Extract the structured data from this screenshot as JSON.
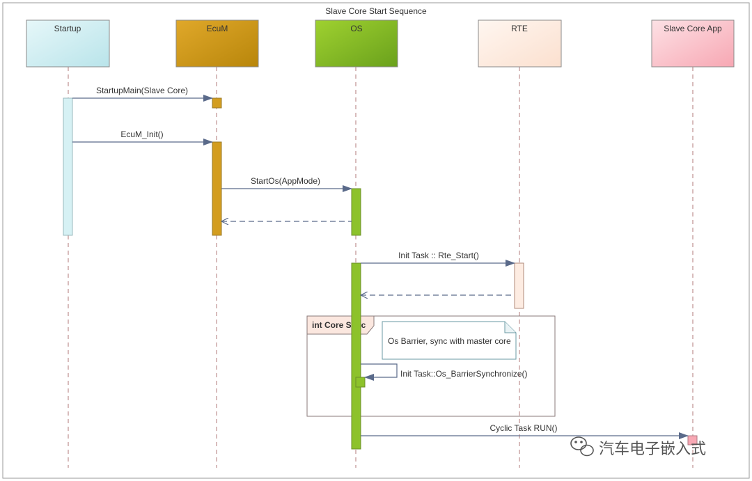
{
  "diagram": {
    "title": "Slave Core Start Sequence",
    "lifelines": [
      {
        "id": "startup",
        "label": "Startup"
      },
      {
        "id": "ecum",
        "label": "EcuM"
      },
      {
        "id": "os",
        "label": "OS"
      },
      {
        "id": "rte",
        "label": "RTE"
      },
      {
        "id": "app",
        "label": "Slave Core App"
      }
    ],
    "messages": [
      {
        "from": "startup",
        "to": "ecum",
        "label": "StartupMain(Slave Core)",
        "kind": "sync"
      },
      {
        "from": "startup",
        "to": "ecum",
        "label": "EcuM_Init()",
        "kind": "sync"
      },
      {
        "from": "ecum",
        "to": "os",
        "label": "StartOs(AppMode)",
        "kind": "sync"
      },
      {
        "from": "os",
        "to": "ecum",
        "label": "",
        "kind": "return"
      },
      {
        "from": "os",
        "to": "rte",
        "label": "Init Task :: Rte_Start()",
        "kind": "sync"
      },
      {
        "from": "rte",
        "to": "os",
        "label": "",
        "kind": "return"
      },
      {
        "from": "os",
        "to": "os",
        "label": "Init Task::Os_BarrierSynchronize()",
        "kind": "self"
      },
      {
        "from": "os",
        "to": "app",
        "label": "Cyclic Task RUN()",
        "kind": "sync"
      }
    ],
    "fragment": {
      "label": "int Core Sync"
    },
    "note": {
      "text": "Os Barrier, sync with master core"
    }
  },
  "watermark": {
    "text": "汽车电子嵌入式",
    "icon": "wechat-icon"
  },
  "colors": {
    "startup": "#d6f1f4",
    "ecum": "#d39d1f",
    "os": "#8dc22b",
    "rte": "#fdece2",
    "app": "#fbc3cb",
    "lifeline_dash": "#b07a7a",
    "arrow": "#5a6a8a"
  }
}
